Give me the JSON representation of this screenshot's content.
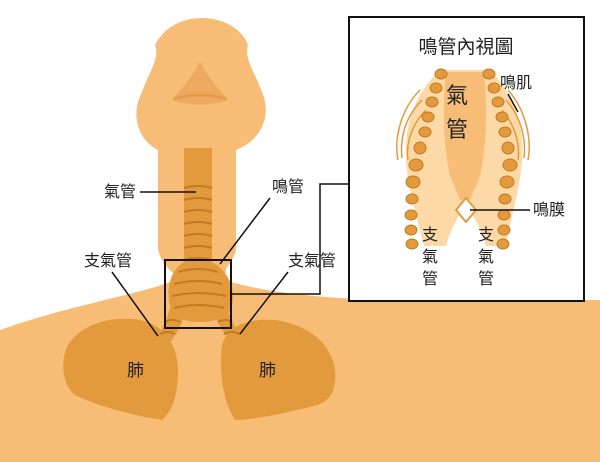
{
  "labels": {
    "trachea": "氣管",
    "syrinx": "鳴管",
    "bronchus_left": "支氣管",
    "bronchus_right": "支氣管",
    "lung_left": "肺",
    "lung_right": "肺"
  },
  "inset": {
    "title": "鳴管內視圖",
    "trachea_char_1": "氣",
    "trachea_char_2": "管",
    "syringeal_muscle": "鳴肌",
    "syringeal_membrane": "鳴膜",
    "bronchus_left_chars": [
      "支",
      "氣",
      "管"
    ],
    "bronchus_right_chars": [
      "支",
      "氣",
      "管"
    ]
  },
  "colors": {
    "body": "#f7bd77",
    "trachea": "#e39a3c",
    "ring": "#c47a22",
    "lung": "#e39a3c",
    "head_shadow": "#eca95f",
    "inset_light": "#fcd9a6",
    "inset_ring": "#e39a3c",
    "outline": "#111111"
  }
}
